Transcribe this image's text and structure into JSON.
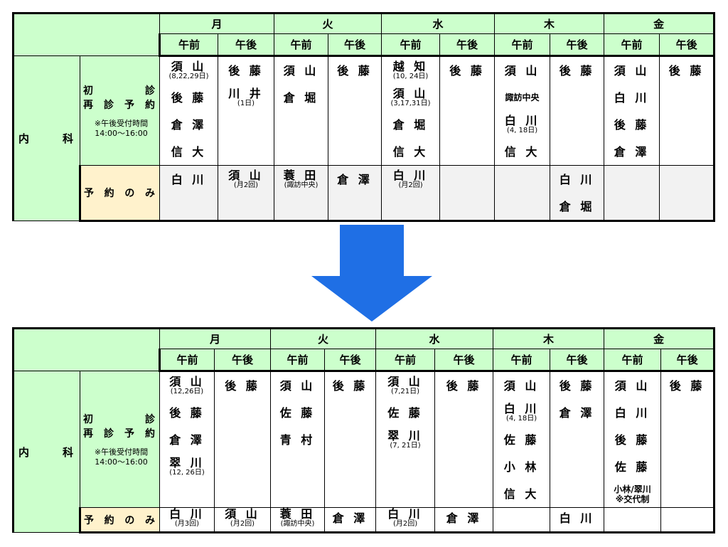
{
  "days": [
    "月",
    "火",
    "水",
    "木",
    "金"
  ],
  "am": "午前",
  "pm": "午後",
  "dept": {
    "c1": "内",
    "c2": "科"
  },
  "rowlabel": {
    "shoshin": {
      "c1": "初",
      "c2": "診"
    },
    "saishin": {
      "c1": "再",
      "c2": "診",
      "c3": "予",
      "c4": "約"
    },
    "note1": "※午後受付時間",
    "note2": "14:00～16:00",
    "yoyaku": {
      "c1": "予",
      "c2": "約",
      "c3": "の",
      "c4": "み"
    }
  },
  "colors": {
    "header": "#ccffcc",
    "label": "#fff2cc",
    "reserve": "#f2f2f2",
    "arrow": "#1f6fe5"
  },
  "icon": "down-arrow-icon",
  "before": {
    "main": [
      [
        {
          "n": "須 山",
          "s": "(8,22,29日)"
        },
        {
          "n": "後 藤"
        },
        {
          "n": "倉 澤"
        },
        {
          "n": "信 大"
        }
      ],
      [
        {
          "n": "後 藤"
        },
        {
          "n": "川 井",
          "s": "(1日)"
        }
      ],
      [
        {
          "n": "須 山"
        },
        {
          "n": "倉 堀"
        }
      ],
      [
        {
          "n": "後 藤"
        }
      ],
      [
        {
          "n": "越 知",
          "s": "(10, 24日)"
        },
        {
          "n": "須 山",
          "s": "(3,17,31日)"
        },
        {
          "n": "倉 堀"
        },
        {
          "n": "信 大"
        }
      ],
      [
        {
          "n": "後 藤"
        }
      ],
      [
        {
          "n": "須 山"
        },
        {
          "n": "諏訪中央",
          "t": true
        },
        {
          "n": "白 川",
          "s": "(4, 18日)"
        },
        {
          "n": "信 大"
        }
      ],
      [
        {
          "n": "後 藤"
        }
      ],
      [
        {
          "n": "須 山"
        },
        {
          "n": "白 川"
        },
        {
          "n": "後 藤"
        },
        {
          "n": "倉 澤"
        }
      ],
      [
        {
          "n": "後 藤"
        }
      ]
    ],
    "reserve": [
      [
        {
          "n": "白 川"
        }
      ],
      [
        {
          "n": "須 山",
          "s": "(月2回)"
        }
      ],
      [
        {
          "n": "蓑 田",
          "s": "(諏訪中央)"
        }
      ],
      [
        {
          "n": "倉 澤"
        }
      ],
      [
        {
          "n": "白 川",
          "s": "(月2回)"
        }
      ],
      [],
      [],
      [
        {
          "n": "白 川"
        },
        {
          "n": "倉 堀"
        }
      ],
      [],
      []
    ]
  },
  "after": {
    "main": [
      [
        {
          "n": "須 山",
          "s": "(12,26日)"
        },
        {
          "n": "後 藤"
        },
        {
          "n": "倉 澤"
        },
        {
          "n": "翠 川",
          "s": "(12, 26日)"
        }
      ],
      [
        {
          "n": "後 藤"
        }
      ],
      [
        {
          "n": "須 山"
        },
        {
          "n": "佐 藤"
        },
        {
          "n": "青 村"
        }
      ],
      [
        {
          "n": "後 藤"
        }
      ],
      [
        {
          "n": "須 山",
          "s": "(7,21日)"
        },
        {
          "n": "佐 藤"
        },
        {
          "n": "翠 川",
          "s": "(7, 21日)"
        }
      ],
      [
        {
          "n": "後 藤"
        }
      ],
      [
        {
          "n": "須 山"
        },
        {
          "n": "白 川",
          "s": "(4, 18日)"
        },
        {
          "n": "佐 藤"
        },
        {
          "n": "小 林"
        },
        {
          "n": "信 大"
        }
      ],
      [
        {
          "n": "後 藤"
        },
        {
          "n": "倉 澤"
        }
      ],
      [
        {
          "n": "須 山"
        },
        {
          "n": "白 川"
        },
        {
          "n": "後 藤"
        },
        {
          "n": "佐 藤"
        },
        {
          "n": "小林/翠川",
          "s": "※交代制",
          "t": true
        }
      ],
      [
        {
          "n": "後 藤"
        }
      ]
    ],
    "reserve": [
      [
        {
          "n": "白 川",
          "s": "(月3回)"
        }
      ],
      [
        {
          "n": "須 山",
          "s": "(月2回)"
        }
      ],
      [
        {
          "n": "蓑 田",
          "s": "(諏訪中央)"
        }
      ],
      [
        {
          "n": "倉 澤"
        }
      ],
      [
        {
          "n": "白 川",
          "s": "(月2回)"
        }
      ],
      [
        {
          "n": "倉 澤"
        }
      ],
      [],
      [
        {
          "n": "白 川"
        }
      ],
      [],
      []
    ]
  }
}
